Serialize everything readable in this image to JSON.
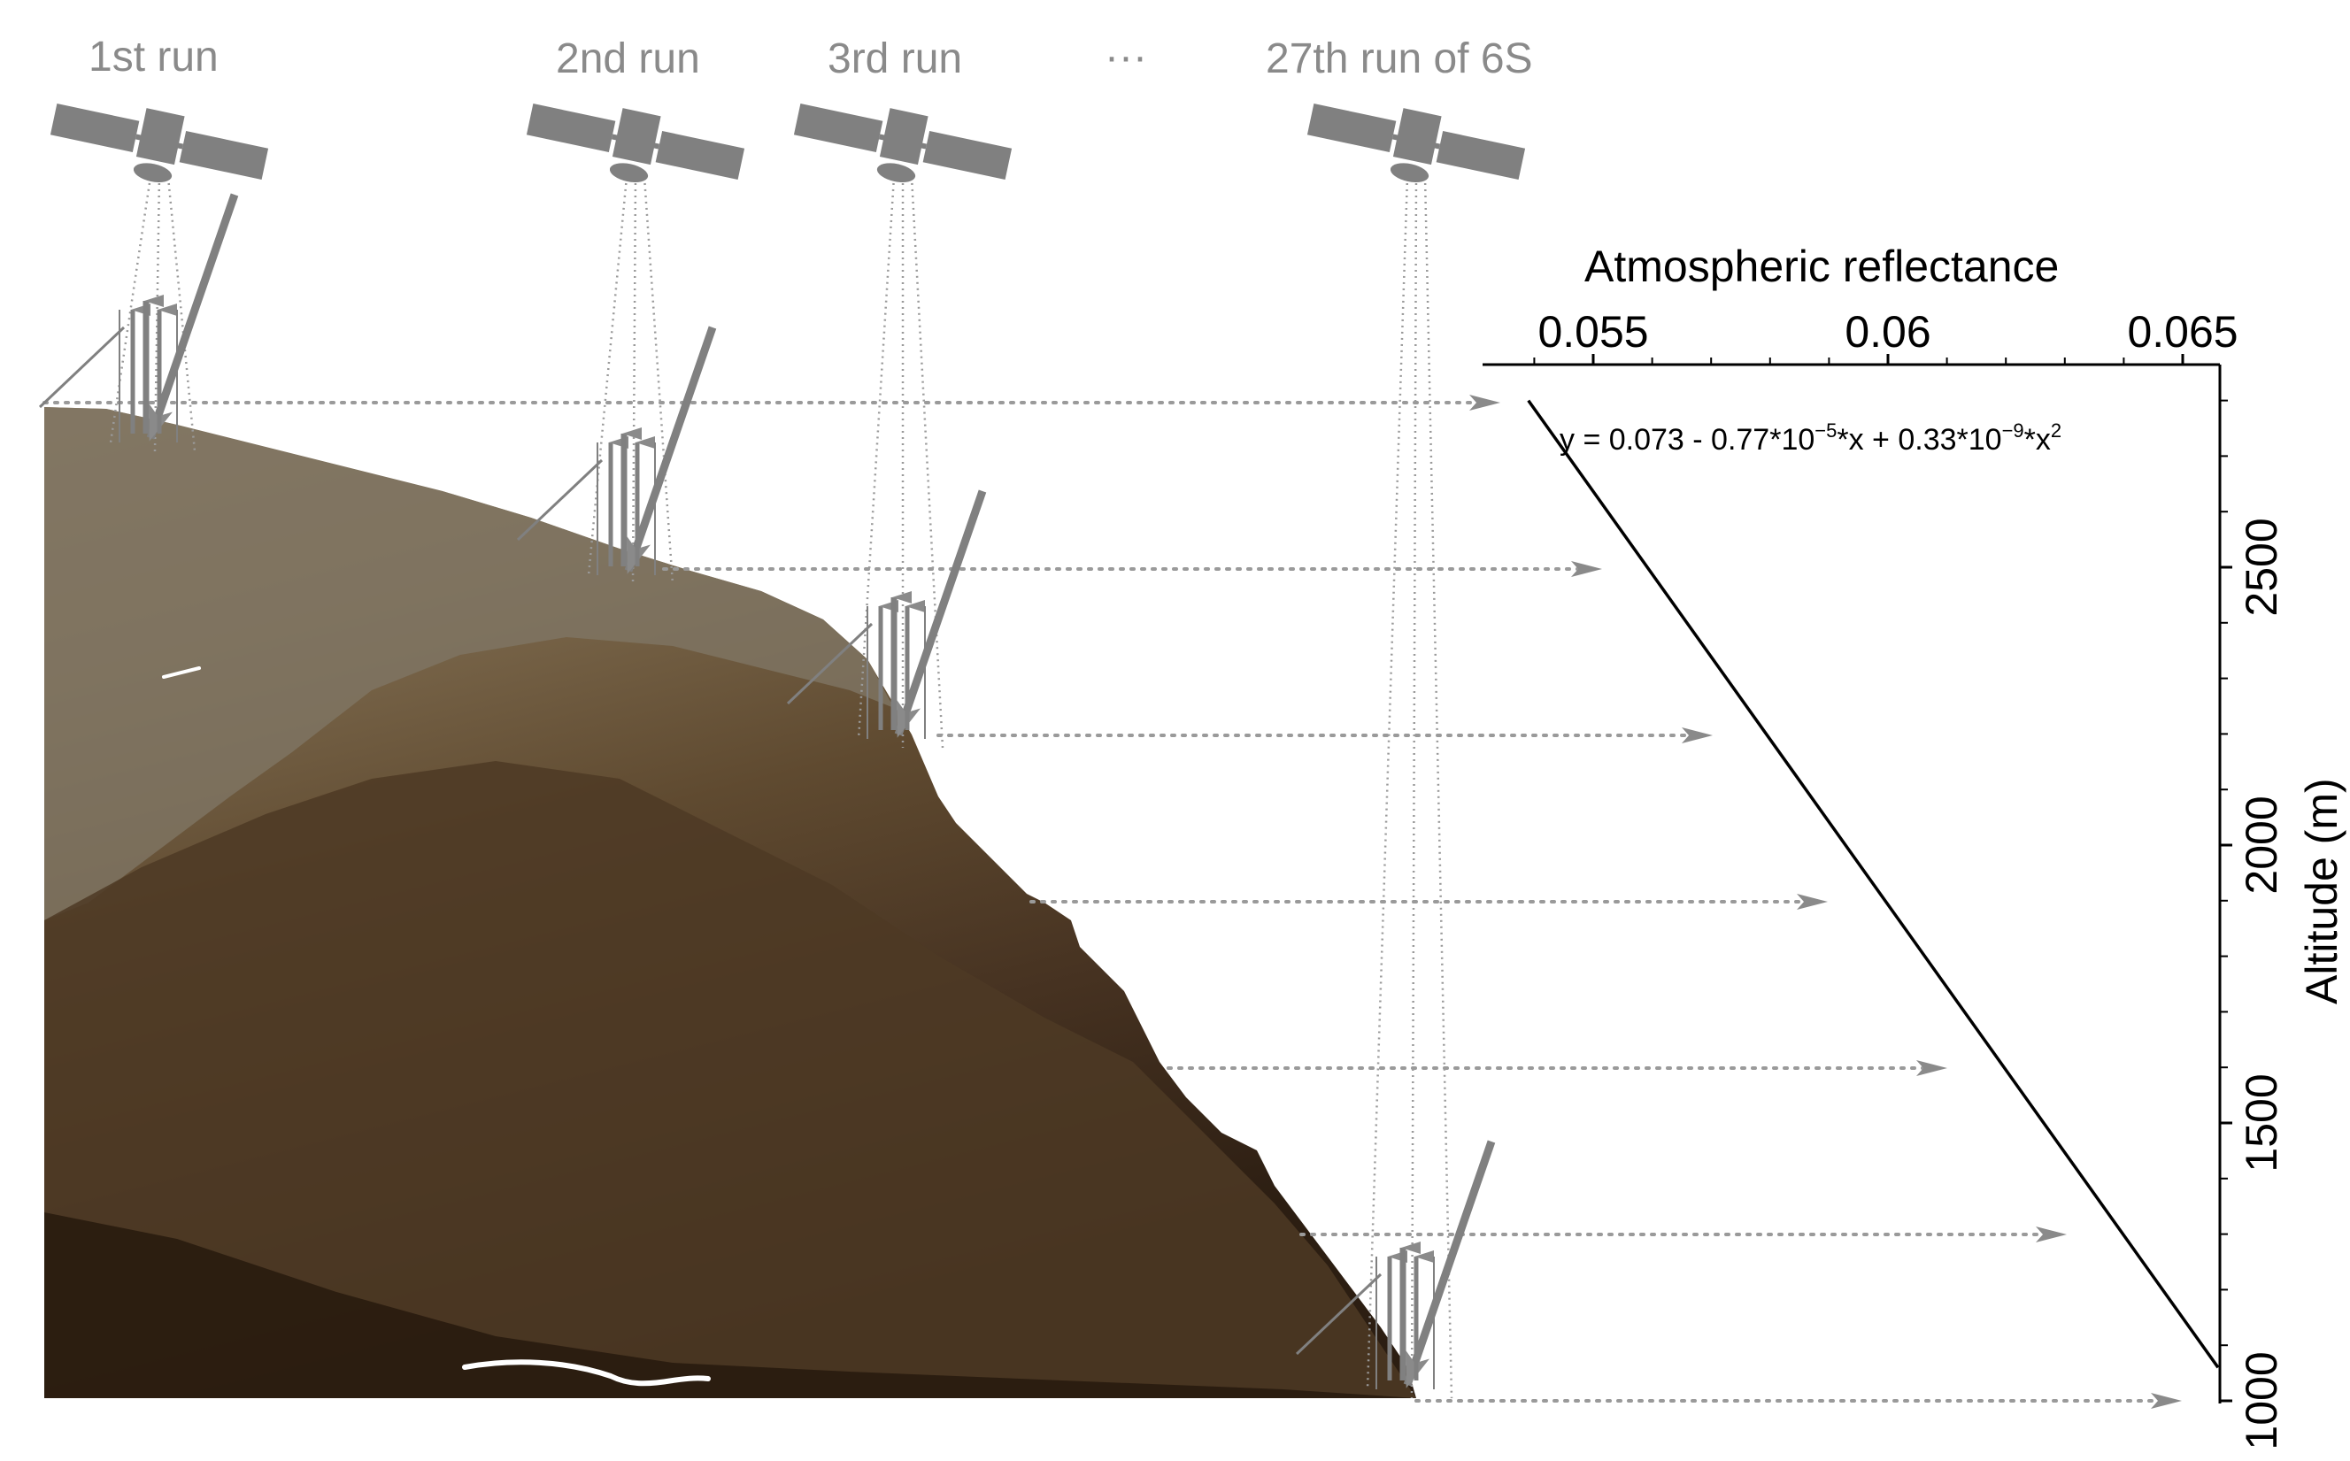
{
  "runs": [
    {
      "label": "1st run",
      "sat": [
        180,
        160
      ],
      "hit": [
        160,
        488
      ],
      "scatter_start": [
        55,
        452
      ],
      "arrow_level": 3
    }
  ],
  "run_labels": {
    "run1": "1st run",
    "run2": "2nd run",
    "run3": "3rd run",
    "ellipsis": "···",
    "run27": "27th run of 6S"
  },
  "axis": {
    "title": "Atmospheric reflectance",
    "ylabel": "Altitude (m)",
    "x_ticks": [
      "0.055",
      "0.06",
      "0.065"
    ],
    "y_ticks": [
      "1000",
      "1500",
      "2000",
      "2500"
    ]
  },
  "equation": {
    "prefix": "y = 0.073 - 0.77*10",
    "exp1": "−5",
    "mid": "*x + 0.33*10",
    "exp2": "−9",
    "suffix": "*x",
    "exp3": "2"
  },
  "chart_data": {
    "type": "line",
    "title": "",
    "xlabel": "Atmospheric reflectance",
    "ylabel": "Altitude (m)",
    "xlim": [
      0.0535,
      0.0655
    ],
    "ylim": [
      1000,
      2800
    ],
    "x_ticks": [
      0.055,
      0.06,
      0.065
    ],
    "y_ticks": [
      1000,
      1500,
      2000,
      2500
    ],
    "equation": "y = 0.073 - 0.77*10^-5*x + 0.33*10^-9*x^2",
    "series": [
      {
        "x": [
          0.0539,
          0.0656
        ],
        "y": [
          2800,
          1060
        ]
      }
    ],
    "sampled_altitudes": [
      2800,
      2500,
      2200,
      1900,
      1600,
      1300,
      1000
    ]
  },
  "colors": {
    "satellite": "#808080",
    "guide": "#9a9a9a",
    "curve": "#000000",
    "terrain_light": "#8a7658",
    "terrain_mid": "#6b5334",
    "terrain_dark": "#3f2c1a",
    "terrain_darkest": "#2a1c10"
  }
}
